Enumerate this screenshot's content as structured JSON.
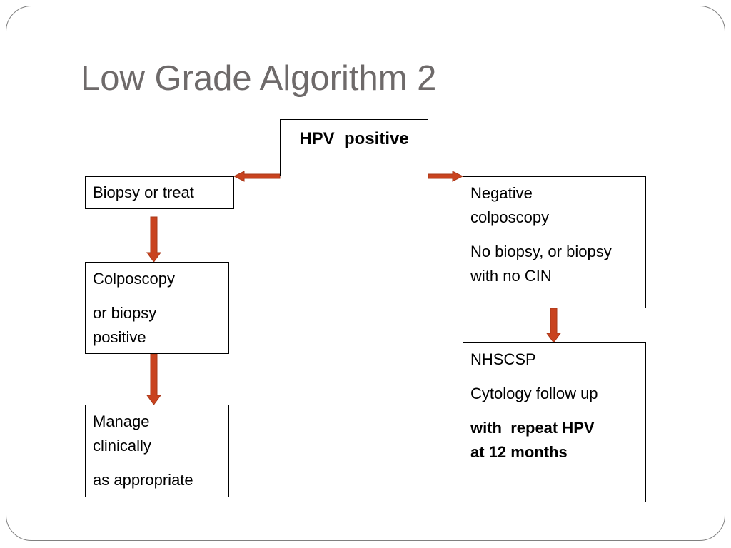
{
  "slide": {
    "title": "Low Grade Algorithm 2"
  },
  "nodes": {
    "hpv": {
      "text": "HPV  positive"
    },
    "biopsy": {
      "text": "Biopsy or treat"
    },
    "colposcopy": {
      "lines": [
        "Colposcopy",
        "or biopsy",
        "positive"
      ]
    },
    "manage": {
      "lines": [
        "Manage",
        "clinically",
        "as appropriate"
      ]
    },
    "negative": {
      "lines": [
        "Negative",
        "colposcopy",
        "No biopsy, or biopsy",
        "with no CIN"
      ]
    },
    "nhscsp": {
      "lines": [
        "NHSCSP",
        "Cytology follow up",
        "with  repeat HPV",
        "at 12 months"
      ]
    }
  },
  "colors": {
    "arrow_fill": "#c9431f",
    "arrow_stroke": "#a8381a",
    "title": "#6e6a6a"
  }
}
